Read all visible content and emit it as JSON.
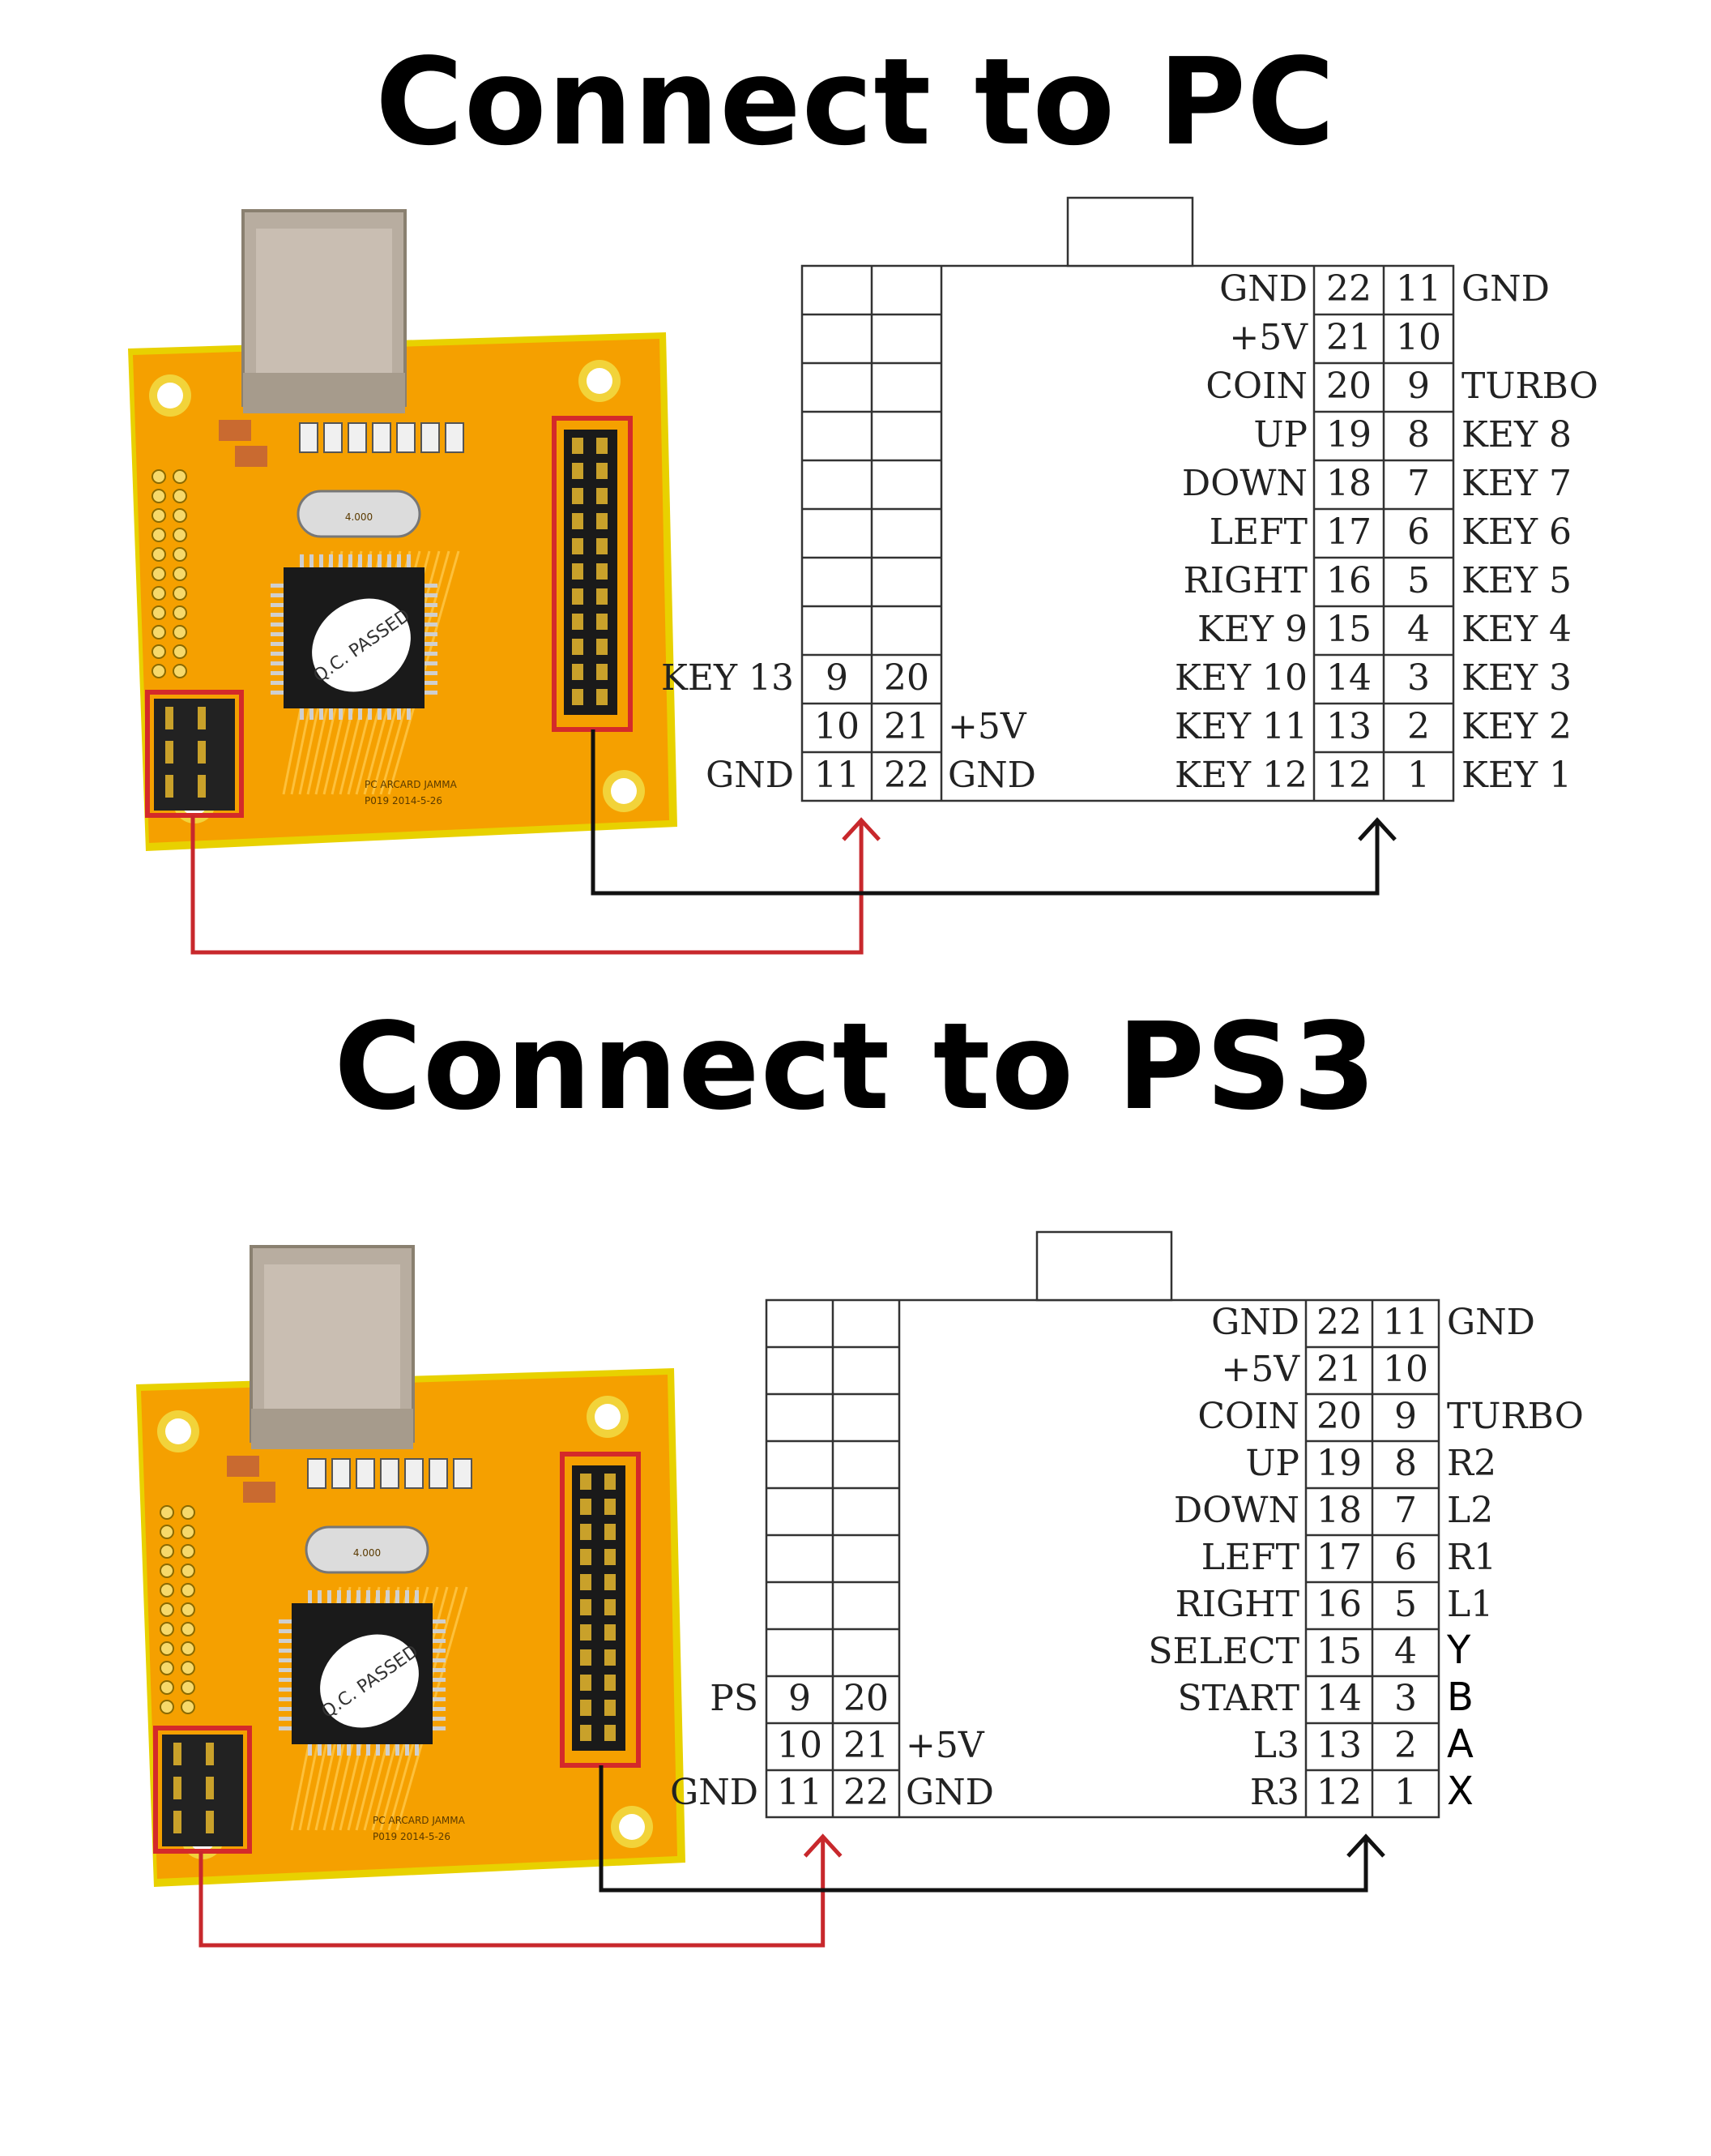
{
  "pc": {
    "title": "Connect to PC",
    "board": {
      "chip_label": "Q.C. PASSED",
      "crystal": "4.000",
      "silk_1": "PC ARCARD JAMMA",
      "silk_2": "P019 2014-5-26"
    },
    "right_header": {
      "rows": [
        {
          "left_label": "GND",
          "left_pin": "22",
          "right_pin": "11",
          "right_label": "GND"
        },
        {
          "left_label": "+5V",
          "left_pin": "21",
          "right_pin": "10",
          "right_label": ""
        },
        {
          "left_label": "COIN",
          "left_pin": "20",
          "right_pin": "9",
          "right_label": "TURBO"
        },
        {
          "left_label": "UP",
          "left_pin": "19",
          "right_pin": "8",
          "right_label": "KEY 8"
        },
        {
          "left_label": "DOWN",
          "left_pin": "18",
          "right_pin": "7",
          "right_label": "KEY 7"
        },
        {
          "left_label": "LEFT",
          "left_pin": "17",
          "right_pin": "6",
          "right_label": "KEY 6"
        },
        {
          "left_label": "RIGHT",
          "left_pin": "16",
          "right_pin": "5",
          "right_label": "KEY 5"
        },
        {
          "left_label": "KEY 9",
          "left_pin": "15",
          "right_pin": "4",
          "right_label": "KEY 4"
        },
        {
          "left_label": "KEY 10",
          "left_pin": "14",
          "right_pin": "3",
          "right_label": "KEY 3"
        },
        {
          "left_label": "KEY 11",
          "left_pin": "13",
          "right_pin": "2",
          "right_label": "KEY 2"
        },
        {
          "left_label": "KEY 12",
          "left_pin": "12",
          "right_pin": "1",
          "right_label": "KEY 1"
        }
      ]
    },
    "left_header": {
      "rows": [
        {
          "left_label": "KEY 13",
          "pin_a": "9",
          "pin_b": "20",
          "right_label": ""
        },
        {
          "left_label": "",
          "pin_a": "10",
          "pin_b": "21",
          "right_label": "+5V"
        },
        {
          "left_label": "GND",
          "pin_a": "11",
          "pin_b": "22",
          "right_label": "GND"
        }
      ]
    }
  },
  "ps3": {
    "title": "Connect to PS3",
    "board": {
      "chip_label": "Q.C. PASSED",
      "crystal": "4.000",
      "silk_1": "PC ARCARD JAMMA",
      "silk_2": "P019 2014-5-26"
    },
    "right_header": {
      "rows": [
        {
          "left_label": "GND",
          "left_pin": "22",
          "right_pin": "11",
          "right_label": "GND",
          "sans": false
        },
        {
          "left_label": "+5V",
          "left_pin": "21",
          "right_pin": "10",
          "right_label": "",
          "sans": false
        },
        {
          "left_label": "COIN",
          "left_pin": "20",
          "right_pin": "9",
          "right_label": "TURBO",
          "sans": false
        },
        {
          "left_label": "UP",
          "left_pin": "19",
          "right_pin": "8",
          "right_label": "R2",
          "sans": false
        },
        {
          "left_label": "DOWN",
          "left_pin": "18",
          "right_pin": "7",
          "right_label": "L2",
          "sans": false
        },
        {
          "left_label": "LEFT",
          "left_pin": "17",
          "right_pin": "6",
          "right_label": "R1",
          "sans": false
        },
        {
          "left_label": "RIGHT",
          "left_pin": "16",
          "right_pin": "5",
          "right_label": "L1",
          "sans": false
        },
        {
          "left_label": "SELECT",
          "left_pin": "15",
          "right_pin": "4",
          "right_label": "Y",
          "sans": true
        },
        {
          "left_label": "START",
          "left_pin": "14",
          "right_pin": "3",
          "right_label": "B",
          "sans": true
        },
        {
          "left_label": "L3",
          "left_pin": "13",
          "right_pin": "2",
          "right_label": "A",
          "sans": true
        },
        {
          "left_label": "R3",
          "left_pin": "12",
          "right_pin": "1",
          "right_label": "X",
          "sans": true
        }
      ]
    },
    "left_header": {
      "rows": [
        {
          "left_label": "PS",
          "pin_a": "9",
          "pin_b": "20",
          "right_label": ""
        },
        {
          "left_label": "",
          "pin_a": "10",
          "pin_b": "21",
          "right_label": "+5V"
        },
        {
          "left_label": "GND",
          "pin_a": "11",
          "pin_b": "22",
          "right_label": "GND"
        }
      ]
    }
  },
  "colors": {
    "board": "#f5a000",
    "board_edge": "#e8d100",
    "usb": "#b8ada0",
    "highlight_box": "#d42a2a",
    "wire_red": "#c8282c",
    "wire_black": "#111111",
    "grid_line": "#333333"
  }
}
